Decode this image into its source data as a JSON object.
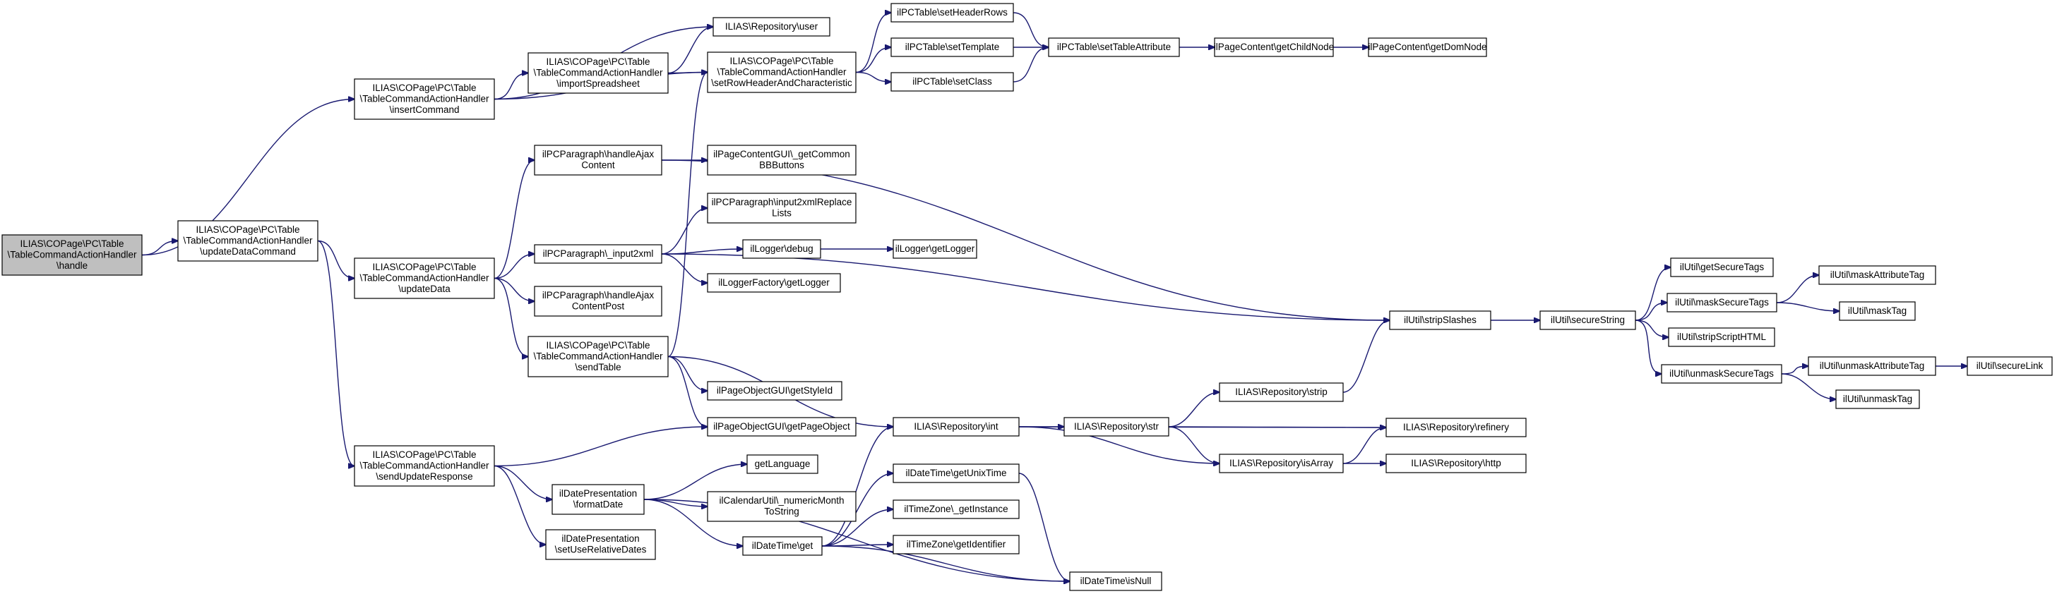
{
  "diagram": {
    "nodes": [
      {
        "id": "handle",
        "lines": [
          "ILIAS\\COPage\\PC\\Table",
          "\\TableCommandActionHandler",
          "\\handle"
        ],
        "highlight": true
      },
      {
        "id": "insertCommand",
        "lines": [
          "ILIAS\\COPage\\PC\\Table",
          "\\TableCommandActionHandler",
          "\\insertCommand"
        ]
      },
      {
        "id": "updateDataCommand",
        "lines": [
          "ILIAS\\COPage\\PC\\Table",
          "\\TableCommandActionHandler",
          "\\updateDataCommand"
        ]
      },
      {
        "id": "importSpreadsheet",
        "lines": [
          "ILIAS\\COPage\\PC\\Table",
          "\\TableCommandActionHandler",
          "\\importSpreadsheet"
        ]
      },
      {
        "id": "repoUser",
        "lines": [
          "ILIAS\\Repository\\user"
        ]
      },
      {
        "id": "setRowHeader",
        "lines": [
          "ILIAS\\COPage\\PC\\Table",
          "\\TableCommandActionHandler",
          "\\setRowHeaderAndCharacteristic"
        ]
      },
      {
        "id": "setHeaderRows",
        "lines": [
          "ilPCTable\\setHeaderRows"
        ]
      },
      {
        "id": "setTemplate",
        "lines": [
          "ilPCTable\\setTemplate"
        ]
      },
      {
        "id": "setClass",
        "lines": [
          "ilPCTable\\setClass"
        ]
      },
      {
        "id": "setTableAttribute",
        "lines": [
          "ilPCTable\\setTableAttribute"
        ]
      },
      {
        "id": "getChildNode",
        "lines": [
          "ilPageContent\\getChildNode"
        ]
      },
      {
        "id": "getDomNode",
        "lines": [
          "ilPageContent\\getDomNode"
        ]
      },
      {
        "id": "updateData",
        "lines": [
          "ILIAS\\COPage\\PC\\Table",
          "\\TableCommandActionHandler",
          "\\updateData"
        ]
      },
      {
        "id": "handleAjaxContent",
        "lines": [
          "ilPCParagraph\\handleAjax",
          "Content"
        ]
      },
      {
        "id": "getCommonBB",
        "lines": [
          "ilPageContentGUI\\_getCommon",
          "BBButtons"
        ]
      },
      {
        "id": "input2xmlReplace",
        "lines": [
          "ilPCParagraph\\input2xmlReplace",
          "Lists"
        ]
      },
      {
        "id": "input2xml",
        "lines": [
          "ilPCParagraph\\_input2xml"
        ]
      },
      {
        "id": "loggerDebug",
        "lines": [
          "ilLogger\\debug"
        ]
      },
      {
        "id": "loggerGetLogger",
        "lines": [
          "ilLogger\\getLogger"
        ]
      },
      {
        "id": "loggerFactory",
        "lines": [
          "ilLoggerFactory\\getLogger"
        ]
      },
      {
        "id": "handleAjaxContentPost",
        "lines": [
          "ilPCParagraph\\handleAjax",
          "ContentPost"
        ]
      },
      {
        "id": "sendTable",
        "lines": [
          "ILIAS\\COPage\\PC\\Table",
          "\\TableCommandActionHandler",
          "\\sendTable"
        ]
      },
      {
        "id": "getStyleId",
        "lines": [
          "ilPageObjectGUI\\getStyleId"
        ]
      },
      {
        "id": "getPageObject",
        "lines": [
          "ilPageObjectGUI\\getPageObject"
        ]
      },
      {
        "id": "sendUpdateResponse",
        "lines": [
          "ILIAS\\COPage\\PC\\Table",
          "\\TableCommandActionHandler",
          "\\sendUpdateResponse"
        ]
      },
      {
        "id": "formatDate",
        "lines": [
          "ilDatePresentation",
          "\\formatDate"
        ]
      },
      {
        "id": "setUseRelativeDates",
        "lines": [
          "ilDatePresentation",
          "\\setUseRelativeDates"
        ]
      },
      {
        "id": "getLanguage",
        "lines": [
          "getLanguage"
        ]
      },
      {
        "id": "numericMonth",
        "lines": [
          "ilCalendarUtil\\_numericMonth",
          "ToString"
        ]
      },
      {
        "id": "dateTimeGet",
        "lines": [
          "ilDateTime\\get"
        ]
      },
      {
        "id": "repoInt",
        "lines": [
          "ILIAS\\Repository\\int"
        ]
      },
      {
        "id": "getUnixTime",
        "lines": [
          "ilDateTime\\getUnixTime"
        ]
      },
      {
        "id": "getInstance",
        "lines": [
          "ilTimeZone\\_getInstance"
        ]
      },
      {
        "id": "getIdentifier",
        "lines": [
          "ilTimeZone\\getIdentifier"
        ]
      },
      {
        "id": "isNull",
        "lines": [
          "ilDateTime\\isNull"
        ]
      },
      {
        "id": "repoStr",
        "lines": [
          "ILIAS\\Repository\\str"
        ]
      },
      {
        "id": "repoStrip",
        "lines": [
          "ILIAS\\Repository\\strip"
        ]
      },
      {
        "id": "repoIsArray",
        "lines": [
          "ILIAS\\Repository\\isArray"
        ]
      },
      {
        "id": "repoRefinery",
        "lines": [
          "ILIAS\\Repository\\refinery"
        ]
      },
      {
        "id": "repoHttp",
        "lines": [
          "ILIAS\\Repository\\http"
        ]
      },
      {
        "id": "stripSlashes",
        "lines": [
          "ilUtil\\stripSlashes"
        ]
      },
      {
        "id": "secureString",
        "lines": [
          "ilUtil\\secureString"
        ]
      },
      {
        "id": "getSecureTags",
        "lines": [
          "ilUtil\\getSecureTags"
        ]
      },
      {
        "id": "maskSecureTags",
        "lines": [
          "ilUtil\\maskSecureTags"
        ]
      },
      {
        "id": "stripScriptHTML",
        "lines": [
          "ilUtil\\stripScriptHTML"
        ]
      },
      {
        "id": "unmaskSecureTags",
        "lines": [
          "ilUtil\\unmaskSecureTags"
        ]
      },
      {
        "id": "maskAttributeTag",
        "lines": [
          "ilUtil\\maskAttributeTag"
        ]
      },
      {
        "id": "maskTag",
        "lines": [
          "ilUtil\\maskTag"
        ]
      },
      {
        "id": "unmaskAttributeTag",
        "lines": [
          "ilUtil\\unmaskAttributeTag"
        ]
      },
      {
        "id": "unmaskTag",
        "lines": [
          "ilUtil\\unmaskTag"
        ]
      },
      {
        "id": "secureLink",
        "lines": [
          "ilUtil\\secureLink"
        ]
      }
    ],
    "edges": [
      [
        "handle",
        "insertCommand"
      ],
      [
        "handle",
        "updateDataCommand"
      ],
      [
        "insertCommand",
        "repoUser"
      ],
      [
        "insertCommand",
        "importSpreadsheet"
      ],
      [
        "insertCommand",
        "setRowHeader"
      ],
      [
        "importSpreadsheet",
        "repoUser"
      ],
      [
        "importSpreadsheet",
        "setRowHeader"
      ],
      [
        "setRowHeader",
        "setHeaderRows"
      ],
      [
        "setRowHeader",
        "setTemplate"
      ],
      [
        "setRowHeader",
        "setClass"
      ],
      [
        "setHeaderRows",
        "setTableAttribute"
      ],
      [
        "setTemplate",
        "setTableAttribute"
      ],
      [
        "setClass",
        "setTableAttribute"
      ],
      [
        "setTableAttribute",
        "getChildNode"
      ],
      [
        "getChildNode",
        "getDomNode"
      ],
      [
        "updateDataCommand",
        "updateData"
      ],
      [
        "updateDataCommand",
        "sendUpdateResponse"
      ],
      [
        "updateData",
        "handleAjaxContent"
      ],
      [
        "updateData",
        "input2xml"
      ],
      [
        "updateData",
        "handleAjaxContentPost"
      ],
      [
        "updateData",
        "sendTable"
      ],
      [
        "handleAjaxContent",
        "getCommonBB"
      ],
      [
        "handleAjaxContent",
        "stripSlashes"
      ],
      [
        "input2xml",
        "input2xmlReplace"
      ],
      [
        "input2xml",
        "loggerDebug"
      ],
      [
        "input2xml",
        "loggerFactory"
      ],
      [
        "input2xml",
        "stripSlashes"
      ],
      [
        "loggerDebug",
        "loggerGetLogger"
      ],
      [
        "sendTable",
        "setRowHeader"
      ],
      [
        "sendTable",
        "getStyleId"
      ],
      [
        "sendTable",
        "getPageObject"
      ],
      [
        "sendTable",
        "repoInt"
      ],
      [
        "sendUpdateResponse",
        "getPageObject"
      ],
      [
        "sendUpdateResponse",
        "formatDate"
      ],
      [
        "sendUpdateResponse",
        "setUseRelativeDates"
      ],
      [
        "formatDate",
        "getLanguage"
      ],
      [
        "formatDate",
        "numericMonth"
      ],
      [
        "formatDate",
        "dateTimeGet"
      ],
      [
        "formatDate",
        "isNull"
      ],
      [
        "dateTimeGet",
        "repoInt"
      ],
      [
        "dateTimeGet",
        "getUnixTime"
      ],
      [
        "dateTimeGet",
        "getInstance"
      ],
      [
        "dateTimeGet",
        "getIdentifier"
      ],
      [
        "dateTimeGet",
        "isNull"
      ],
      [
        "getUnixTime",
        "isNull"
      ],
      [
        "repoInt",
        "repoStr"
      ],
      [
        "repoInt",
        "repoIsArray"
      ],
      [
        "repoInt",
        "repoRefinery"
      ],
      [
        "repoStr",
        "repoStrip"
      ],
      [
        "repoStr",
        "repoRefinery"
      ],
      [
        "repoStr",
        "repoIsArray"
      ],
      [
        "repoStrip",
        "stripSlashes"
      ],
      [
        "repoIsArray",
        "repoRefinery"
      ],
      [
        "repoIsArray",
        "repoHttp"
      ],
      [
        "stripSlashes",
        "secureString"
      ],
      [
        "secureString",
        "getSecureTags"
      ],
      [
        "secureString",
        "maskSecureTags"
      ],
      [
        "secureString",
        "stripScriptHTML"
      ],
      [
        "secureString",
        "unmaskSecureTags"
      ],
      [
        "maskSecureTags",
        "maskAttributeTag"
      ],
      [
        "maskSecureTags",
        "maskTag"
      ],
      [
        "unmaskSecureTags",
        "unmaskAttributeTag"
      ],
      [
        "unmaskSecureTags",
        "unmaskTag"
      ],
      [
        "unmaskAttributeTag",
        "secureLink"
      ]
    ],
    "colors": {
      "edge": "#191970",
      "node_border": "#000000",
      "node_fill": "#ffffff",
      "root_fill": "#bfbfbf",
      "text": "#000000"
    }
  }
}
